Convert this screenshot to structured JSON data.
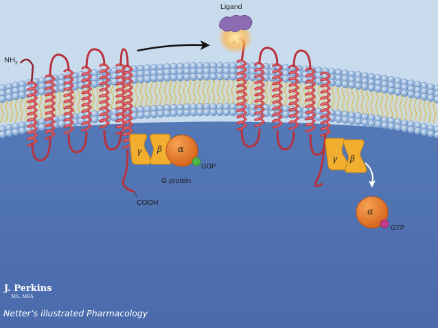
{
  "labels": {
    "ligand": "Ligand",
    "n_terminus": "NH",
    "n_terminus_sub": "2",
    "c_terminus": "COOH",
    "g_protein": "G protein",
    "gdp": "GDP",
    "gtp": "GTP",
    "gamma": "γ",
    "beta": "β",
    "alpha": "α"
  },
  "credit": {
    "artist": "J. Perkins",
    "degree": "MS, MFA"
  },
  "caption": "Netter’s illustrated Pharmacology",
  "colors": {
    "background_top": "#c9dcee",
    "cytoplasm": "#4a70b0",
    "lipid_head": "#8fb3de",
    "receptor": "#c0303a",
    "g_beta_gamma": "#f1ae2f",
    "g_alpha": "#ec7c24",
    "gdp": "#4fb74a",
    "gtp": "#c23a8a",
    "ligand": "#8c6cb3"
  }
}
